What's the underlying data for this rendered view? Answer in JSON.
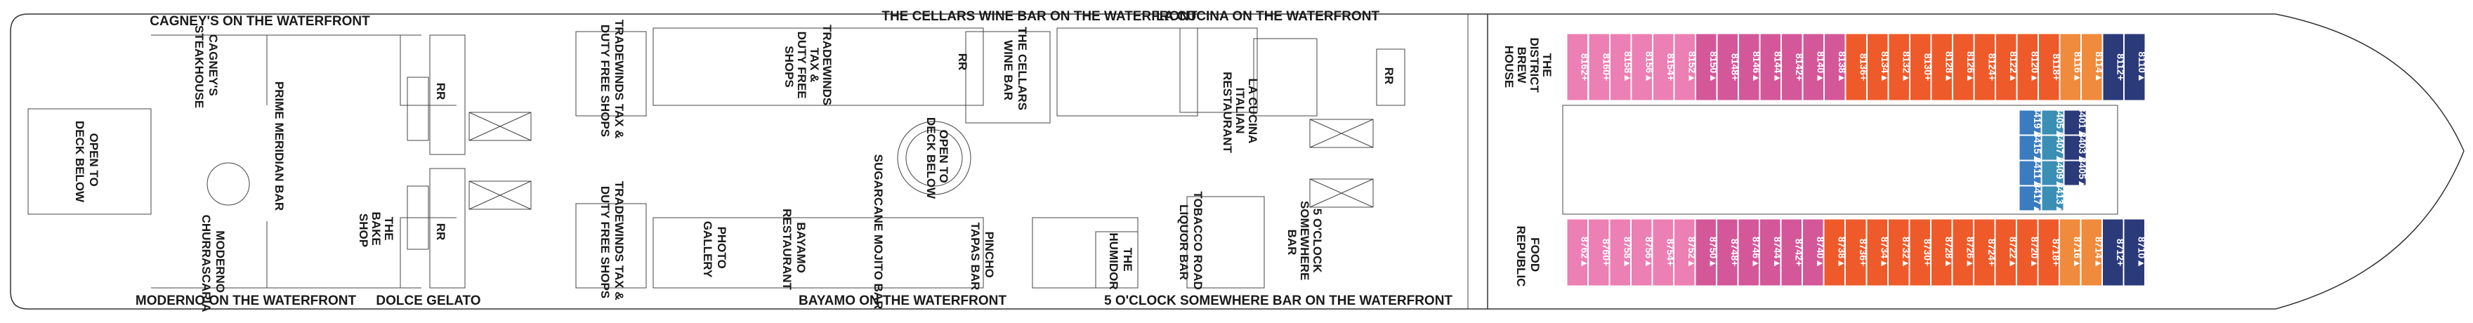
{
  "labels": {
    "cagneys_waterfront": "CAGNEY'S ON THE WATERFRONT",
    "cellars_waterfront": "THE CELLARS WINE BAR ON THE WATERFRONT",
    "la_cucina_waterfront": "LA CUCINA ON THE WATERFRONT",
    "moderno_waterfront": "MODERNO ON THE WATERFRONT",
    "dolce_gelato": "DOLCE GELATO",
    "bayamo_waterfront": "BAYAMO ON THE WATERFRONT",
    "five_oclock_waterfront": "5 O'CLOCK SOMEWHERE BAR ON THE WATERFRONT",
    "open_to_deck_below_aft": [
      "OPEN TO",
      "DECK BELOW"
    ],
    "cagneys_steakhouse": [
      "CAGNEY'S",
      "STEAKHOUSE"
    ],
    "prime_meridian_bar": "PRIME MERIDIAN BAR",
    "moderno_churrascaria": [
      "MODERNO",
      "CHURRASCARIA"
    ],
    "the_bake_shop": [
      "THE",
      "BAKE",
      "SHOP"
    ],
    "rr": "RR",
    "tradewinds_top": [
      "TRADEWINDS TAX &",
      "DUTY FREE SHOPS"
    ],
    "tradewinds_bottom": [
      "TRADEWINDS TAX &",
      "DUTY FREE SHOPS"
    ],
    "tradewinds_mid": [
      "TRADEWINDS",
      "TAX &",
      "DUTY FREE",
      "SHOPS"
    ],
    "the_cellars_wine_bar": [
      "THE CELLARS",
      "WINE BAR"
    ],
    "open_to_deck_below_atrium": [
      "OPEN TO",
      "DECK BELOW"
    ],
    "sugarcane_mojito_bar": "SUGARCANE MOJITO BAR",
    "photo_gallery": [
      "PHOTO",
      "GALLERY"
    ],
    "bayamo_restaurant": [
      "BAYAMO",
      "RESTAURANT"
    ],
    "pincho_tapas_bar": [
      "PINCHO",
      "TAPAS BAR"
    ],
    "the_humidor": [
      "THE",
      "HUMIDOR"
    ],
    "tobacco_road": [
      "TOBACCO ROAD",
      "LIQUOR BAR"
    ],
    "la_cucina_italian": [
      "LA CUCINA",
      "ITALIAN",
      "RESTAURANT"
    ],
    "five_oclock_bar": [
      "5 O'CLOCK",
      "SOMEWHERE",
      "BAR"
    ],
    "district_brew_house": [
      "THE",
      "DISTRICT",
      "BREW",
      "HOUSE"
    ],
    "food_republic": [
      "FOOD",
      "REPUBLIC"
    ]
  },
  "cabins": {
    "top_row": [
      "8160",
      "8158",
      "8156",
      "8154",
      "8152",
      "8150",
      "8148",
      "8146",
      "8144",
      "8142",
      "8140",
      "8138",
      "8136",
      "8134",
      "8132",
      "8130",
      "8128",
      "8126",
      "8124",
      "8122",
      "8120",
      "8118",
      "8116",
      "8114",
      "8112",
      "8110"
    ],
    "top_extra": [
      "8162"
    ],
    "bottom_row": [
      "8762",
      "8760",
      "8758",
      "8756",
      "8754",
      "8752",
      "8750",
      "8748",
      "8746",
      "8744",
      "8742",
      "8740",
      "8738",
      "8736",
      "8734",
      "8732",
      "8730",
      "8728",
      "8726",
      "8724",
      "8722",
      "8720",
      "8718",
      "8716",
      "8714",
      "8712",
      "8710"
    ],
    "forward_block_left": [
      "8419",
      "8415",
      "8411",
      "8417"
    ],
    "forward_block_mid": [
      "8405",
      "8407",
      "8409",
      "8413"
    ],
    "forward_block_right": [
      "8401",
      "8403",
      "8405"
    ],
    "markers": {
      "accessible": "+",
      "connecting": "▲"
    }
  },
  "colors": {
    "pink": "#ec7fb3",
    "magenta": "#d4579a",
    "orange_red": "#ee5a2a",
    "orange": "#f08a3c",
    "navy": "#2b3a78",
    "blue": "#3b7bbf",
    "teal": "#3c8fb4",
    "outline": "#333333"
  }
}
